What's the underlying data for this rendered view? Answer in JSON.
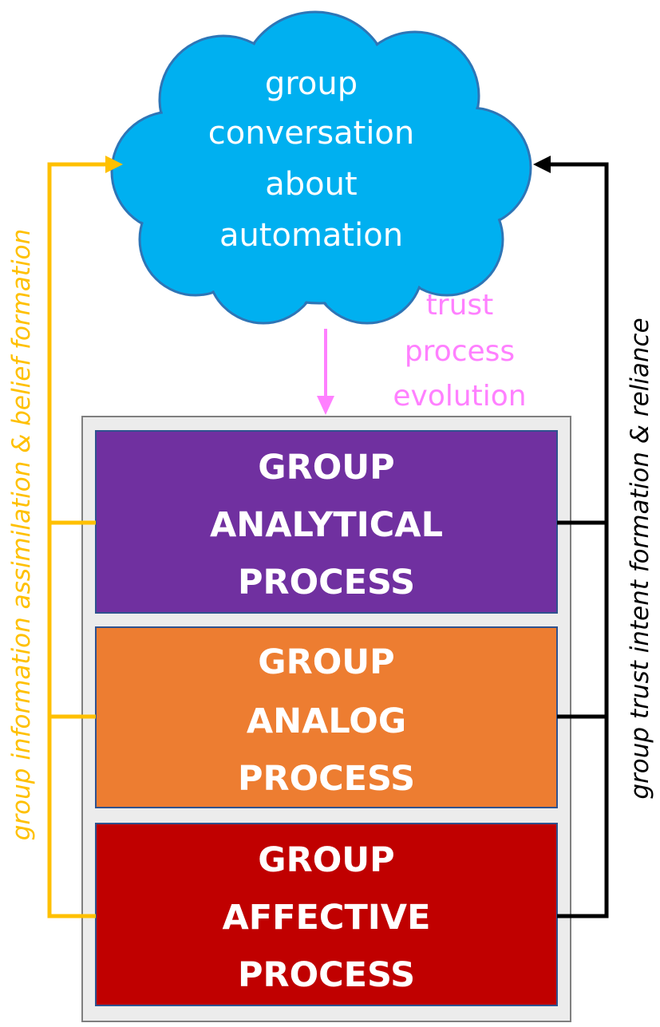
{
  "cloud": {
    "lines": [
      "group",
      "conversation",
      "about",
      "automation"
    ],
    "color": "#00b0f0"
  },
  "evolution": {
    "lines": [
      "trust",
      "process",
      "evolution"
    ],
    "color": "#ff80ff"
  },
  "processes": [
    {
      "lines": [
        "GROUP",
        "ANALYTICAL",
        "PROCESS"
      ],
      "color": "#7030a0"
    },
    {
      "lines": [
        "GROUP",
        "ANALOG",
        "PROCESS"
      ],
      "color": "#ed7d31"
    },
    {
      "lines": [
        "GROUP",
        "AFFECTIVE",
        "PROCESS"
      ],
      "color": "#c00000"
    }
  ],
  "left_label": {
    "text": "group information assimilation & belief formation",
    "color": "#ffc000"
  },
  "right_label": {
    "text": "group trust intent formation & reliance",
    "color": "#000000"
  },
  "container_color": "#ececec"
}
